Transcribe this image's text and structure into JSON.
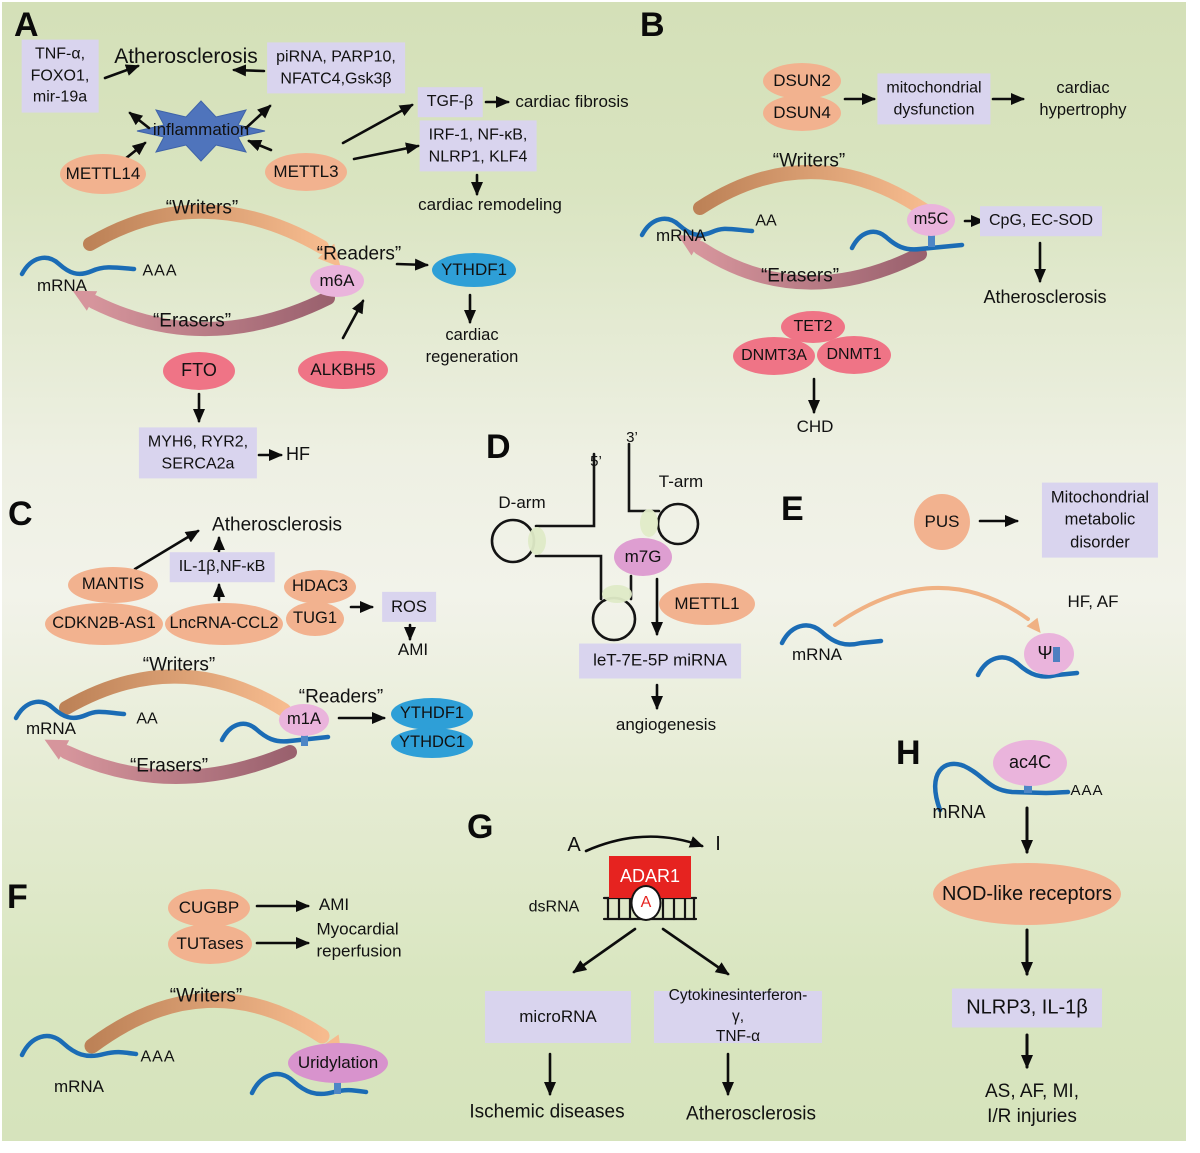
{
  "colors": {
    "background_green": "#d6e2bc",
    "background_light": "#f2f3ea",
    "lavender_box": "#d9d4ee",
    "orange_ellipse": "#f2b28f",
    "redpink_ellipse": "#ef7486",
    "modification_pink": "#eab4dc",
    "m7g_pink": "#de9ed1",
    "uridylation_purple": "#d893cd",
    "reader_blue": "#2e9fd7",
    "star_blue": "#4f74bc",
    "adar_red": "#e62320",
    "rna_blue": "#1b6cb5",
    "writers_brown": "#bd8257",
    "writers_peach": "#f6bb8e",
    "erasers_dark": "#9a616e",
    "erasers_rose": "#d6959c",
    "arrow_black": "#0c0c0c"
  },
  "a": {
    "label": "A",
    "tnf_box": "TNF-α,\nFOXO1,\nmir-19a",
    "atherosclerosis": "Atherosclerosis",
    "pirna_box": "piRNA, PARP10,\nNFATC4,Gsk3β",
    "inflammation": "inflammation",
    "mettl14": "METTL14",
    "mettl3": "METTL3",
    "tgfb": "TGF-β",
    "cardiac_fibrosis": "cardiac fibrosis",
    "irf_box": "IRF-1, NF-κB,\nNLRP1, KLF4",
    "cardiac_remodeling": "cardiac remodeling",
    "writers": "“Writers”",
    "readers": "“Readers”",
    "erasers": "“Erasers”",
    "mrna": "mRNA",
    "aaa": "AAA",
    "m6a": "m6A",
    "ythdf1": "YTHDF1",
    "cardiac_regeneration": "cardiac\nregeneration",
    "fto": "FTO",
    "alkbh5": "ALKBH5",
    "myh6_box": "MYH6, RYR2,\nSERCA2a",
    "hf": "HF"
  },
  "b": {
    "label": "B",
    "dsun2": "DSUN2",
    "dsun4": "DSUN4",
    "mito_box": "mitochondrial\ndysfunction",
    "cardiac_hypertrophy": "cardiac\nhypertrophy",
    "writers": "“Writers”",
    "erasers": "“Erasers”",
    "mrna": "mRNA",
    "aa": "AA",
    "m5c": "m5C",
    "cpg_box": "CpG, EC-SOD",
    "atherosclerosis": "Atherosclerosis",
    "tet2": "TET2",
    "dnmt3a": "DNMT3A",
    "dnmt1": "DNMT1",
    "chd": "CHD"
  },
  "c": {
    "label": "C",
    "atherosclerosis": "Atherosclerosis",
    "il1b_box": "IL-1β,NF-κB",
    "mantis": "MANTIS",
    "cdkn2b": "CDKN2B-AS1",
    "lncrna": "LncRNA-CCL2",
    "hdac3": "HDAC3",
    "tug1": "TUG1",
    "ros_box": "ROS",
    "ami": "AMI",
    "writers": "“Writers”",
    "readers": "“Readers”",
    "erasers": "“Erasers”",
    "mrna": "mRNA",
    "aa": "AA",
    "m1a": "m1A",
    "ythdf1": "YTHDF1",
    "ythdc1": "YTHDC1"
  },
  "d": {
    "label": "D",
    "five_prime": "5’",
    "three_prime": "3’",
    "d_arm": "D-arm",
    "t_arm": "T-arm",
    "m7g": "m7G",
    "mettl1": "METTL1",
    "mirna_box": "leT-7E-5P miRNA",
    "angiogenesis": "angiogenesis"
  },
  "e": {
    "label": "E",
    "pus": "PUS",
    "mito_box": "Mitochondrial\nmetabolic disorder",
    "hf_af": "HF, AF",
    "mrna": "mRNA",
    "psi": "Ψ"
  },
  "f": {
    "label": "F",
    "cugbp": "CUGBP",
    "tutases": "TUTases",
    "ami": "AMI",
    "myocardial": "Myocardial\nreperfusion",
    "writers": "“Writers”",
    "mrna": "mRNA",
    "aaa": "AAA",
    "uridylation": "Uridylation"
  },
  "g": {
    "label": "G",
    "a_free": "A",
    "i_free": "I",
    "adar1": "ADAR1",
    "dsrna": "dsRNA",
    "a_circle": "A",
    "microrna_box": "microRNA",
    "cytokines_box": "Cytokinesinterferon-γ,\nTNF-α",
    "ischemic": "Ischemic diseases",
    "atherosclerosis": "Atherosclerosis"
  },
  "h": {
    "label": "H",
    "ac4c": "ac4C",
    "mrna": "mRNA",
    "aaa": "AAA",
    "nod": "NOD-like receptors",
    "nlrp3_box": "NLRP3, IL-1β",
    "outcomes": "AS, AF, MI,\nI/R injuries"
  }
}
